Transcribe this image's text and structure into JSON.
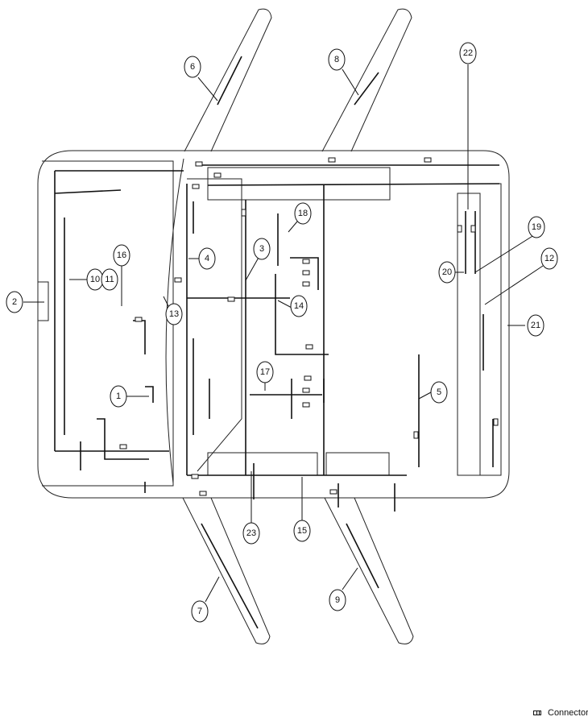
{
  "diagram": {
    "callouts": [
      "1",
      "2",
      "3",
      "4",
      "5",
      "6",
      "7",
      "8",
      "9",
      "10",
      "11",
      "12",
      "13",
      "14",
      "15",
      "16",
      "17",
      "18",
      "19",
      "20",
      "21",
      "22",
      "23"
    ]
  },
  "legend": {
    "connector_label": "Connector",
    "icon": "connector-icon"
  }
}
